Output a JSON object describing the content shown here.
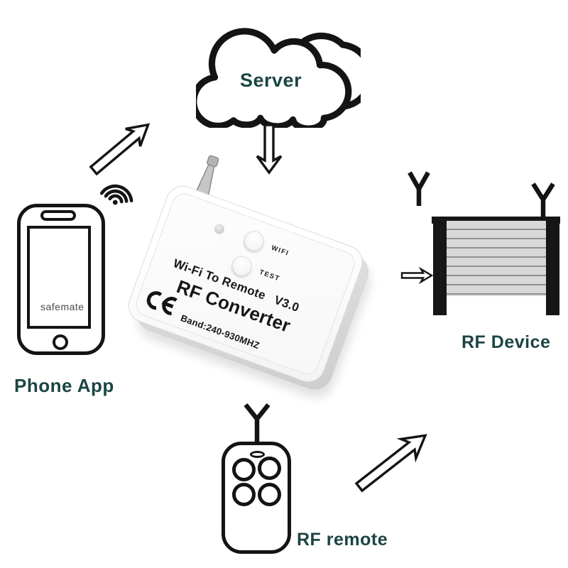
{
  "colors": {
    "label_text": "#1b4543",
    "outline": "#141414",
    "slat_gray": "#d8d8d8",
    "device_body": "#ffffff"
  },
  "server": {
    "label": "Server"
  },
  "phone_app": {
    "label": "Phone App",
    "screen_text": "safemate"
  },
  "converter": {
    "line1": "Wi-Fi To Remote",
    "version": "V3.0",
    "line2": "RF Converter",
    "band": "Band:240-930MHZ",
    "wifi_button_label": "WIFI",
    "test_button_label": "TEST",
    "ce_mark": "CE"
  },
  "rf_device": {
    "label": "RF Device"
  },
  "rf_remote": {
    "label": "RF remote"
  },
  "icons": {
    "cloud": "cloud-icon",
    "wifi": "wifi-signal-icon",
    "antenna": "antenna-icon",
    "arrow": "outline-arrow-icon"
  }
}
